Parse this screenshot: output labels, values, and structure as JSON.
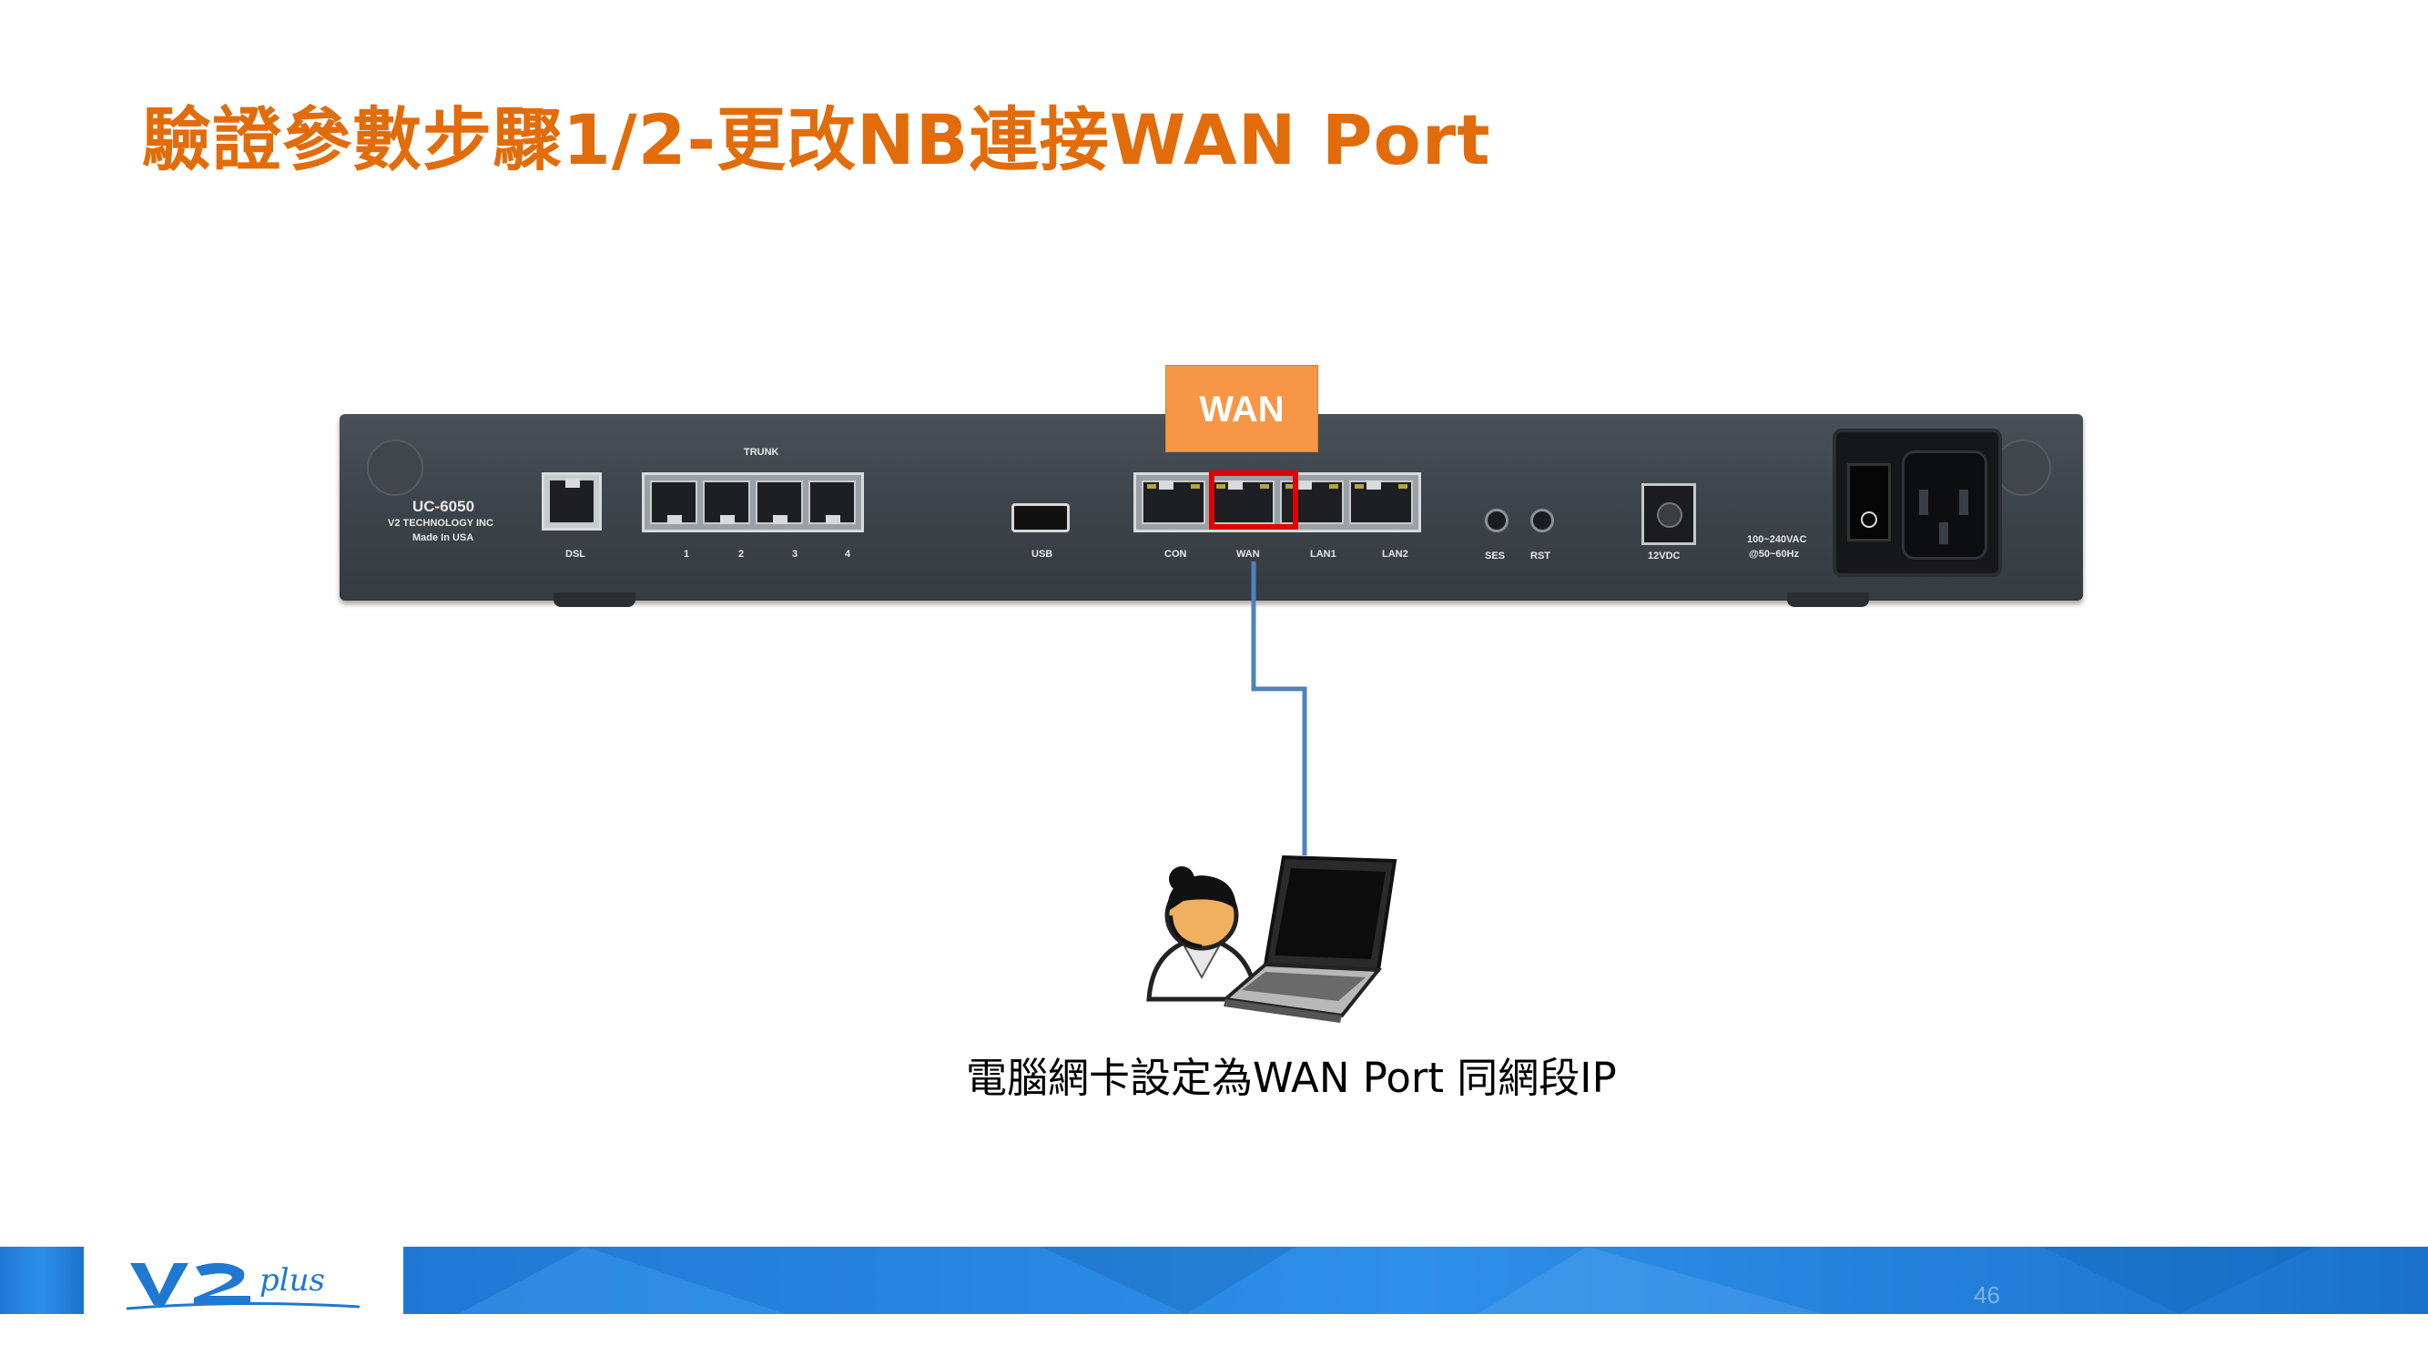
{
  "slide": {
    "title": "驗證參數步驟1/2-更改NB連接WAN Port",
    "title_color": "#E36C0A",
    "page_number": "46"
  },
  "device": {
    "model": "UC-6050",
    "company": "V2 TECHNOLOGY INC",
    "origin": "Made In USA",
    "trunk_label": "TRUNK",
    "port_labels": {
      "dsl": "DSL",
      "trunk": [
        "1",
        "2",
        "3",
        "4"
      ],
      "usb": "USB",
      "con": "CON",
      "wan": "WAN",
      "lan1": "LAN1",
      "lan2": "LAN2",
      "ses": "SES",
      "rst": "RST",
      "dc": "12VDC",
      "ac_line1": "100~240VAC",
      "ac_line2": "@50~60Hz"
    }
  },
  "callout": {
    "wan_tag": "WAN",
    "tag_color": "#F79646",
    "highlight_color": "#E00000",
    "cable_color": "#4F81BD"
  },
  "caption": "電腦網卡設定為WAN Port 同網段IP",
  "footer": {
    "logo_main": "V2",
    "logo_sub": "plus",
    "bar_color": "#1F78D1"
  }
}
